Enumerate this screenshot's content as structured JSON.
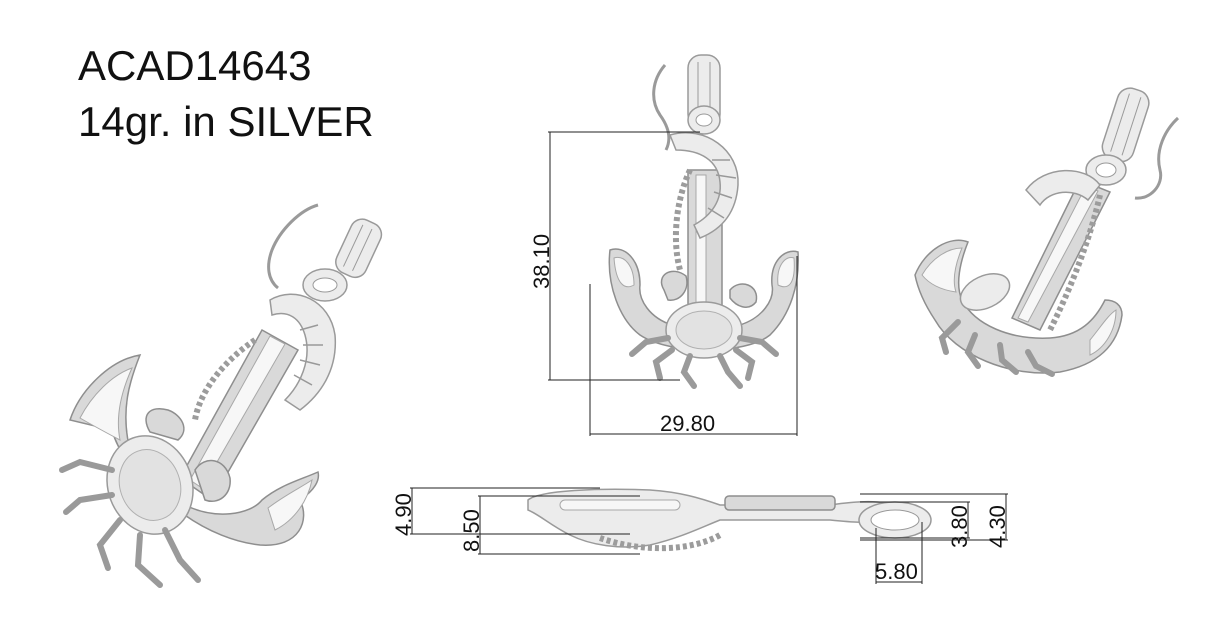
{
  "header": {
    "model": "ACAD14643",
    "weight_material": "14gr.  in SILVER"
  },
  "dimensions": {
    "front_height": "38.10",
    "front_width": "29.80",
    "side_left_outer": "4.90",
    "side_left_inner": "8.50",
    "side_right_inner": "3.80",
    "side_right_outer": "4.30",
    "side_bail": "5.80"
  }
}
